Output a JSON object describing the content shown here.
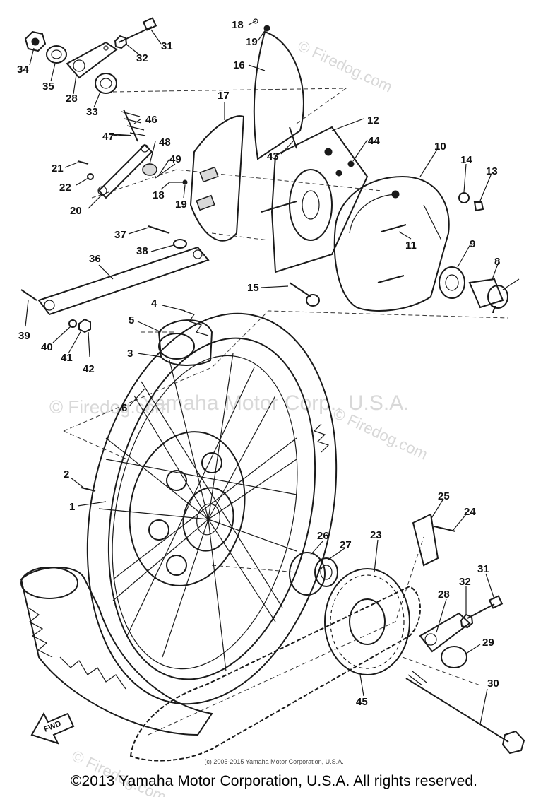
{
  "watermarks": {
    "brand": "© Firedog.com",
    "center": "Yamaha Motor Corp., U.S.A."
  },
  "arrow_label": "FWD",
  "callouts": [
    {
      "id": "c1",
      "text": "1"
    },
    {
      "id": "c2",
      "text": "2"
    },
    {
      "id": "c3",
      "text": "3"
    },
    {
      "id": "c4",
      "text": "4"
    },
    {
      "id": "c5",
      "text": "5"
    },
    {
      "id": "c6",
      "text": "6"
    },
    {
      "id": "c7",
      "text": "7"
    },
    {
      "id": "c8",
      "text": "8"
    },
    {
      "id": "c9",
      "text": "9"
    },
    {
      "id": "c10",
      "text": "10"
    },
    {
      "id": "c11",
      "text": "11"
    },
    {
      "id": "c12",
      "text": "12"
    },
    {
      "id": "c13",
      "text": "13"
    },
    {
      "id": "c14",
      "text": "14"
    },
    {
      "id": "c15",
      "text": "15"
    },
    {
      "id": "c16",
      "text": "16"
    },
    {
      "id": "c17",
      "text": "17"
    },
    {
      "id": "c18a",
      "text": "18"
    },
    {
      "id": "c18b",
      "text": "18"
    },
    {
      "id": "c19a",
      "text": "19"
    },
    {
      "id": "c19b",
      "text": "19"
    },
    {
      "id": "c20",
      "text": "20"
    },
    {
      "id": "c21",
      "text": "21"
    },
    {
      "id": "c22",
      "text": "22"
    },
    {
      "id": "c23",
      "text": "23"
    },
    {
      "id": "c24",
      "text": "24"
    },
    {
      "id": "c25",
      "text": "25"
    },
    {
      "id": "c26",
      "text": "26"
    },
    {
      "id": "c27",
      "text": "27"
    },
    {
      "id": "c28a",
      "text": "28"
    },
    {
      "id": "c28b",
      "text": "28"
    },
    {
      "id": "c29",
      "text": "29"
    },
    {
      "id": "c30",
      "text": "30"
    },
    {
      "id": "c31a",
      "text": "31"
    },
    {
      "id": "c31b",
      "text": "31"
    },
    {
      "id": "c32a",
      "text": "32"
    },
    {
      "id": "c32b",
      "text": "32"
    },
    {
      "id": "c33",
      "text": "33"
    },
    {
      "id": "c34",
      "text": "34"
    },
    {
      "id": "c35",
      "text": "35"
    },
    {
      "id": "c36",
      "text": "36"
    },
    {
      "id": "c37",
      "text": "37"
    },
    {
      "id": "c38",
      "text": "38"
    },
    {
      "id": "c39",
      "text": "39"
    },
    {
      "id": "c40",
      "text": "40"
    },
    {
      "id": "c41",
      "text": "41"
    },
    {
      "id": "c42",
      "text": "42"
    },
    {
      "id": "c43",
      "text": "43"
    },
    {
      "id": "c44",
      "text": "44"
    },
    {
      "id": "c45",
      "text": "45"
    },
    {
      "id": "c46",
      "text": "46"
    },
    {
      "id": "c47",
      "text": "47"
    },
    {
      "id": "c48",
      "text": "48"
    },
    {
      "id": "c49",
      "text": "49"
    }
  ],
  "footer": {
    "small_credit": "(c) 2005-2015 Yamaha Motor Corporation, U.S.A.",
    "copyright": "©2013 Yamaha Motor Corporation, U.S.A. All rights reserved."
  }
}
